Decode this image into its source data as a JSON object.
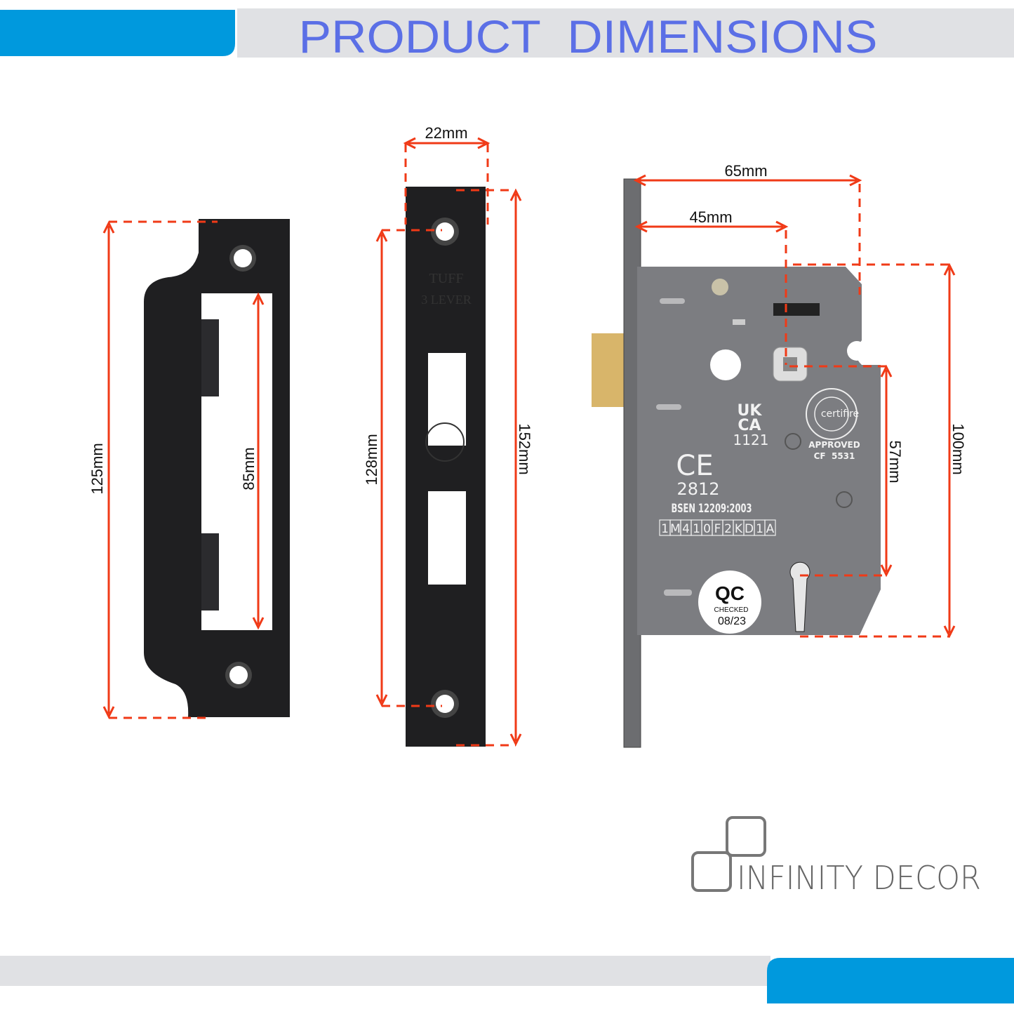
{
  "header": {
    "title": "PRODUCT  DIMENSIONS"
  },
  "colors": {
    "accent_blue": "#0099dd",
    "title_blue": "#5b6fe6",
    "bar_gray": "#e0e1e4",
    "dimension_red": "#f03a17",
    "metal_dark": "#1f1f21",
    "lock_gray": "#7c7d81",
    "brass": "#d8b56a"
  },
  "strike_plate": {
    "height": "125mm",
    "opening": "85mm"
  },
  "forend_plate": {
    "width": "22mm",
    "hole_centers": "128mm",
    "height": "152mm",
    "markings": [
      "TUFF",
      "3 LEVER"
    ]
  },
  "lock_case": {
    "overall_width": "65mm",
    "backset": "45mm",
    "case_height": "100mm",
    "centers": "57mm",
    "markings": {
      "ukca": [
        "UK",
        "CA",
        "1121"
      ],
      "ce_number": "2812",
      "standard": "BSEN 12209:2003",
      "classification": [
        "1",
        "M",
        "4",
        "1",
        "0",
        "F",
        "2",
        "K",
        "D",
        "1",
        "A"
      ],
      "certifire": "certifire",
      "approved": "APPROVED",
      "cf": "CF  5531"
    },
    "qc_sticker": {
      "title": "QC",
      "checked": "CHECKED",
      "date": "08/23"
    }
  },
  "brand": {
    "name": "INFINITY DECOR"
  }
}
